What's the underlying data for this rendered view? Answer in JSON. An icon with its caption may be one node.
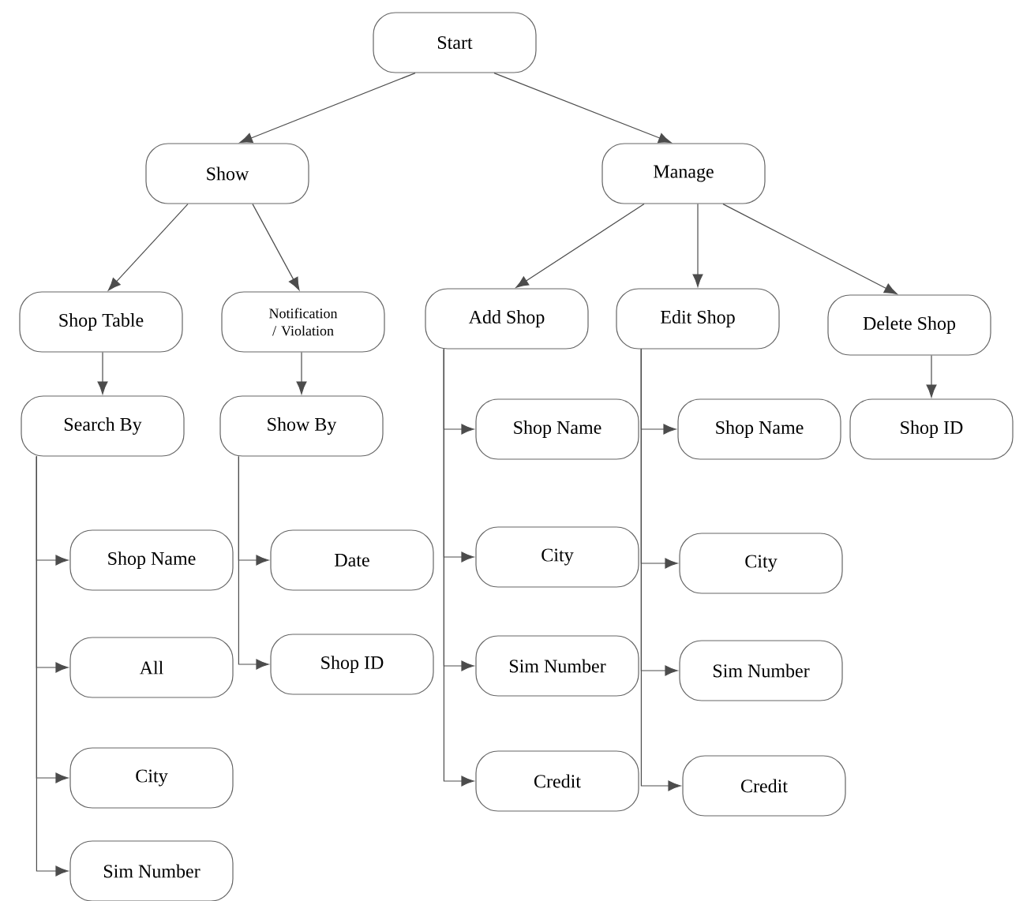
{
  "diagram": {
    "nodes": [
      {
        "text": [
          "Start"
        ]
      },
      {
        "text": [
          "Show"
        ]
      },
      {
        "text": [
          "Manage"
        ]
      },
      {
        "text": [
          "Shop Table"
        ]
      },
      {
        "text": [
          "Notification / Violation"
        ]
      },
      {
        "text": [
          "Add Shop"
        ]
      },
      {
        "text": [
          "Edit Shop"
        ]
      },
      {
        "text": [
          "Delete Shop"
        ]
      },
      {
        "text": [
          "Search By"
        ]
      },
      {
        "text": [
          "Show By"
        ]
      },
      {
        "text": [
          "Shop Name"
        ]
      },
      {
        "text": [
          "All"
        ]
      },
      {
        "text": [
          "City"
        ]
      },
      {
        "text": [
          "Sim Number"
        ]
      },
      {
        "text": [
          "Date"
        ]
      },
      {
        "text": [
          "Shop ID"
        ]
      },
      {
        "text": [
          "Shop Name"
        ]
      },
      {
        "text": [
          "City"
        ]
      },
      {
        "text": [
          "Sim Number"
        ]
      },
      {
        "text": [
          "Credit"
        ]
      },
      {
        "text": [
          "Shop Name"
        ]
      },
      {
        "text": [
          "City"
        ]
      },
      {
        "text": [
          "Sim Number"
        ]
      },
      {
        "text": [
          "Credit"
        ]
      },
      {
        "text": [
          "Shop ID"
        ]
      }
    ],
    "edges": [
      {
        "from": 0,
        "to": 1,
        "arrow": "to"
      },
      {
        "from": 0,
        "to": 2,
        "arrow": "to"
      },
      {
        "from": 1,
        "to": 3,
        "arrow": "to"
      },
      {
        "from": 1,
        "to": 4,
        "arrow": "to"
      },
      {
        "from": 2,
        "to": 5,
        "arrow": "to"
      },
      {
        "from": 2,
        "to": 6,
        "arrow": "to"
      },
      {
        "from": 2,
        "to": 7,
        "arrow": "to"
      },
      {
        "from": 3,
        "to": 8,
        "arrow": "to"
      },
      {
        "from": 4,
        "to": 9,
        "arrow": "to"
      },
      {
        "from": 8,
        "to": 10,
        "arrow": "to"
      },
      {
        "from": 8,
        "to": 11,
        "arrow": "to"
      },
      {
        "from": 8,
        "to": 12,
        "arrow": "to"
      },
      {
        "from": 8,
        "to": 13,
        "arrow": "to"
      },
      {
        "from": 9,
        "to": 14,
        "arrow": "to"
      },
      {
        "from": 9,
        "to": 15,
        "arrow": "to"
      },
      {
        "from": 5,
        "to": 16,
        "arrow": "to"
      },
      {
        "from": 5,
        "to": 17,
        "arrow": "to"
      },
      {
        "from": 5,
        "to": 18,
        "arrow": "to"
      },
      {
        "from": 5,
        "to": 19,
        "arrow": "to"
      },
      {
        "from": 6,
        "to": 20,
        "arrow": "to"
      },
      {
        "from": 6,
        "to": 21,
        "arrow": "to"
      },
      {
        "from": 6,
        "to": 22,
        "arrow": "to"
      },
      {
        "from": 6,
        "to": 23,
        "arrow": "to"
      },
      {
        "from": 7,
        "to": 24,
        "arrow": "to"
      }
    ]
  }
}
